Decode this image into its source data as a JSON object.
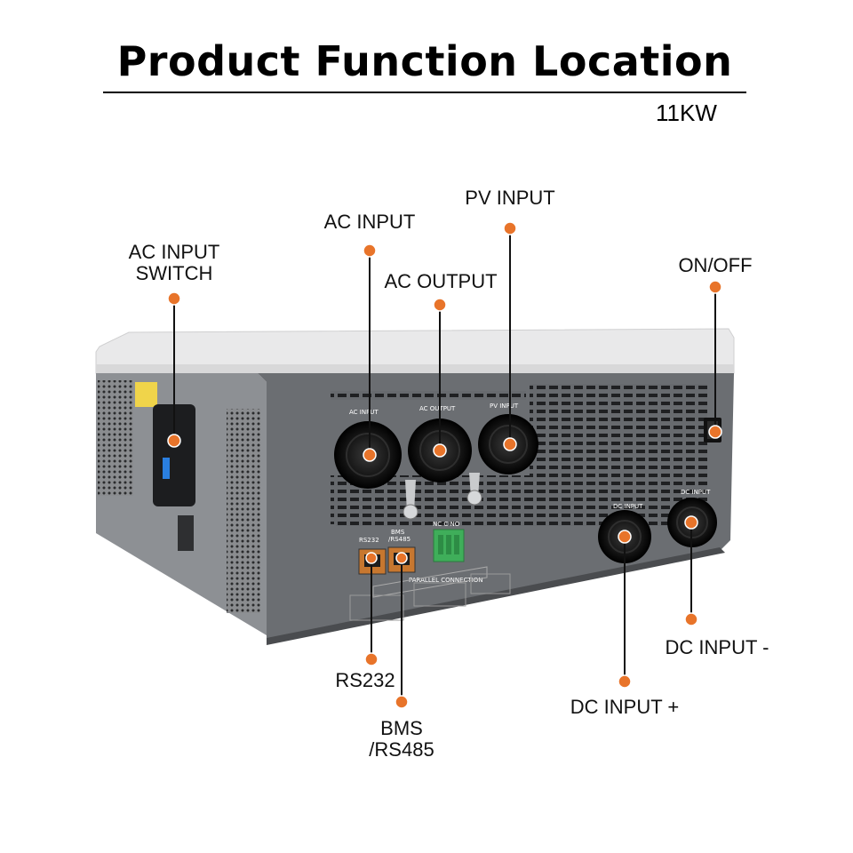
{
  "header": {
    "title": "Product Function Location",
    "subtitle": "11KW"
  },
  "callouts": {
    "ac_input_switch_line1": "AC INPUT",
    "ac_input_switch_line2": "SWITCH",
    "ac_input": "AC INPUT",
    "ac_output": "AC OUTPUT",
    "pv_input": "PV INPUT",
    "on_off": "ON/OFF",
    "rs232": "RS232",
    "bms_line1": "BMS",
    "bms_line2": "/RS485",
    "dc_input_plus": "DC INPUT +",
    "dc_input_minus": "DC INPUT -"
  },
  "panel_markings": {
    "ac_input": "AC INPUT",
    "ac_output": "AC OUTPUT",
    "pv_input": "PV INPUT",
    "rs232": "RS232",
    "bms_1": "BMS",
    "bms_2": "/RS485",
    "nc_c_no": "NC  C  NO",
    "parallel": "PARALLEL CONNECTION",
    "dc_plus": "DC INPUT",
    "dc_minus": "DC INPUT"
  },
  "colors": {
    "marker": "#e8742a",
    "housing_top": "#ececec",
    "panel": "#6b6e72",
    "panel_dark": "#3c3e41",
    "connector": "#1a1a1a",
    "terminal_green": "#3fae5a"
  }
}
